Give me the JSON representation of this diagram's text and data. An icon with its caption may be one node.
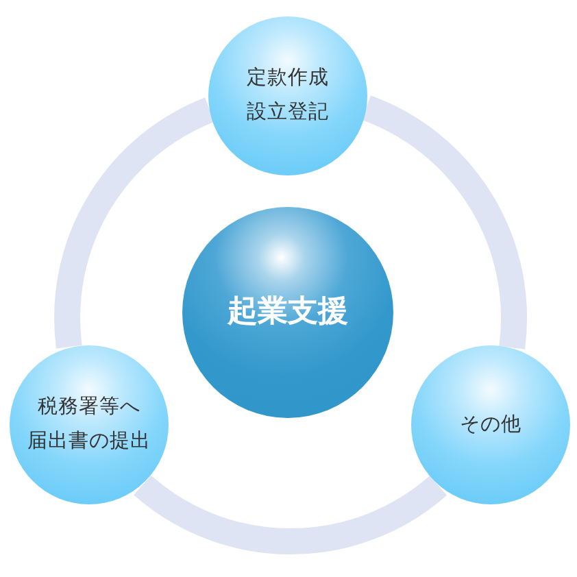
{
  "diagram": {
    "nodes": [
      {
        "text": [
          "定款作成設立登記"
        ]
      },
      {
        "text": [
          "起業支援"
        ]
      },
      {
        "text": [
          "税務署等へ届出書の提出"
        ]
      },
      {
        "text": [
          "その他"
        ]
      }
    ],
    "edges": [
      {
        "from": 0,
        "to": 3,
        "arrow": "none"
      },
      {
        "from": 3,
        "to": 2,
        "arrow": "none"
      },
      {
        "from": 2,
        "to": 0,
        "arrow": "none"
      }
    ]
  }
}
